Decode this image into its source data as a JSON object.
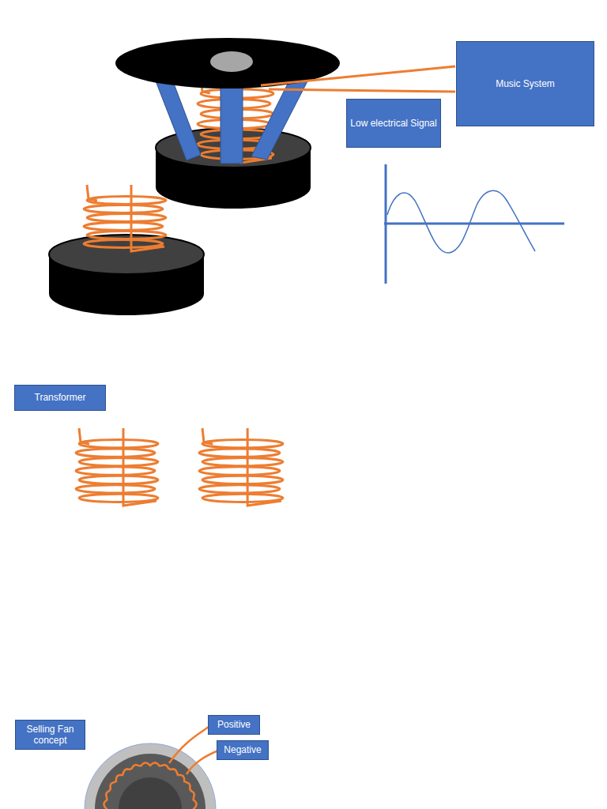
{
  "diagram": {
    "nodes": [
      {
        "text": [
          "Music System"
        ]
      },
      {
        "text": [
          "Low electrical Signal"
        ]
      },
      {
        "text": [
          "Transformer"
        ]
      },
      {
        "text": [
          "Selling Fan concept"
        ]
      },
      {
        "text": [
          "Positive"
        ]
      },
      {
        "text": [
          "Negative"
        ]
      }
    ]
  }
}
